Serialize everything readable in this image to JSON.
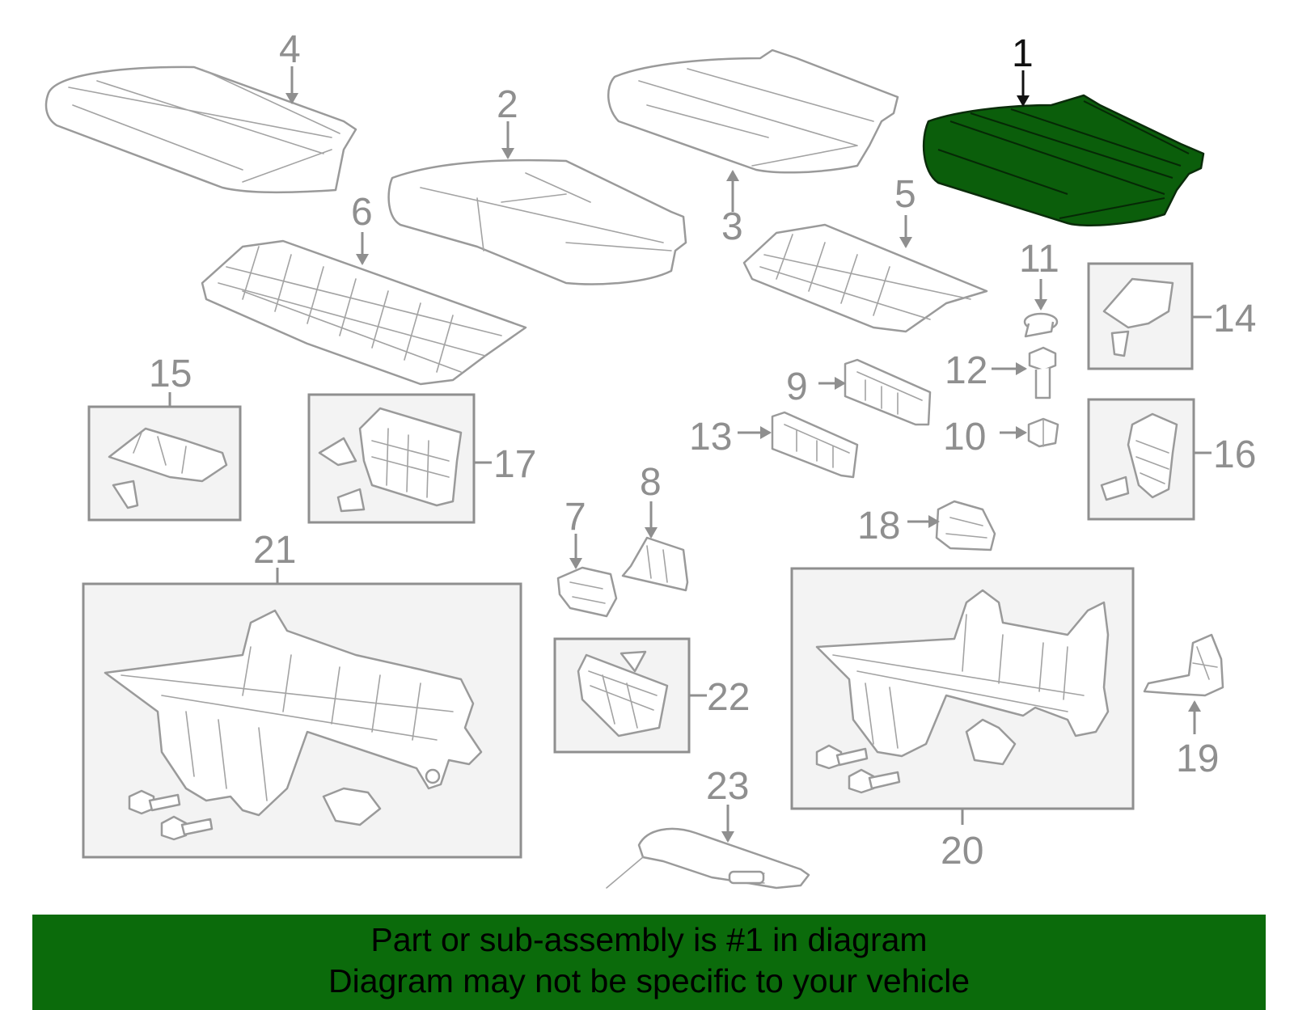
{
  "diagram": {
    "highlight_color": "#0b5e0b",
    "banner_color": "#0b6b0b",
    "labels": {
      "p1": "1",
      "p2": "2",
      "p3": "3",
      "p4": "4",
      "p5": "5",
      "p6": "6",
      "p7": "7",
      "p8": "8",
      "p9": "9",
      "p10": "10",
      "p11": "11",
      "p12": "12",
      "p13": "13",
      "p14": "14",
      "p15": "15",
      "p16": "16",
      "p17": "17",
      "p18": "18",
      "p19": "19",
      "p20": "20",
      "p21": "21",
      "p22": "22",
      "p23": "23"
    },
    "highlighted_part": "1"
  },
  "banner": {
    "line1": "Part or sub-assembly is #1 in diagram",
    "line2": "Diagram may not be specific to your vehicle"
  }
}
